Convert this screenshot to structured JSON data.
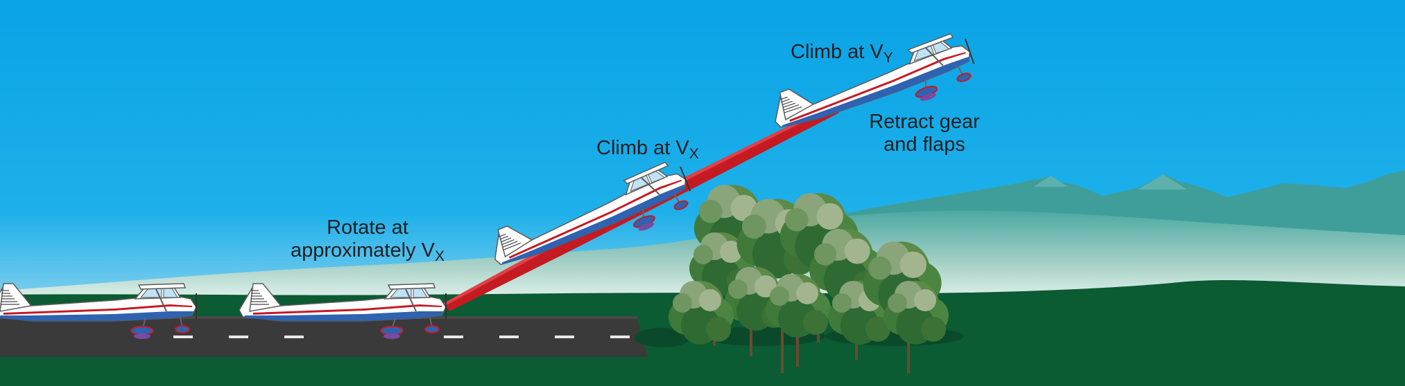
{
  "labels": {
    "rotate": {
      "line1": "Rotate at",
      "line2_main": "approximately V",
      "line2_sub": "X"
    },
    "climb_vx": {
      "main": "Climb at V",
      "sub": "X"
    },
    "climb_vy": {
      "main": "Climb at V",
      "sub": "Y"
    },
    "retract": {
      "line1": "Retract gear",
      "line2": "and flaps"
    }
  },
  "colors": {
    "sky_top": "#0aa3e6",
    "sky_bottom": "#9fd8ee",
    "mountain": "#3f9e9a",
    "hill": "#a9cfc6",
    "ground": "#0b5b33",
    "runway": "#3a3a3a",
    "flight_path": "#c51a22",
    "fuselage_blue": "#2f62b0",
    "text": "#231f20"
  }
}
